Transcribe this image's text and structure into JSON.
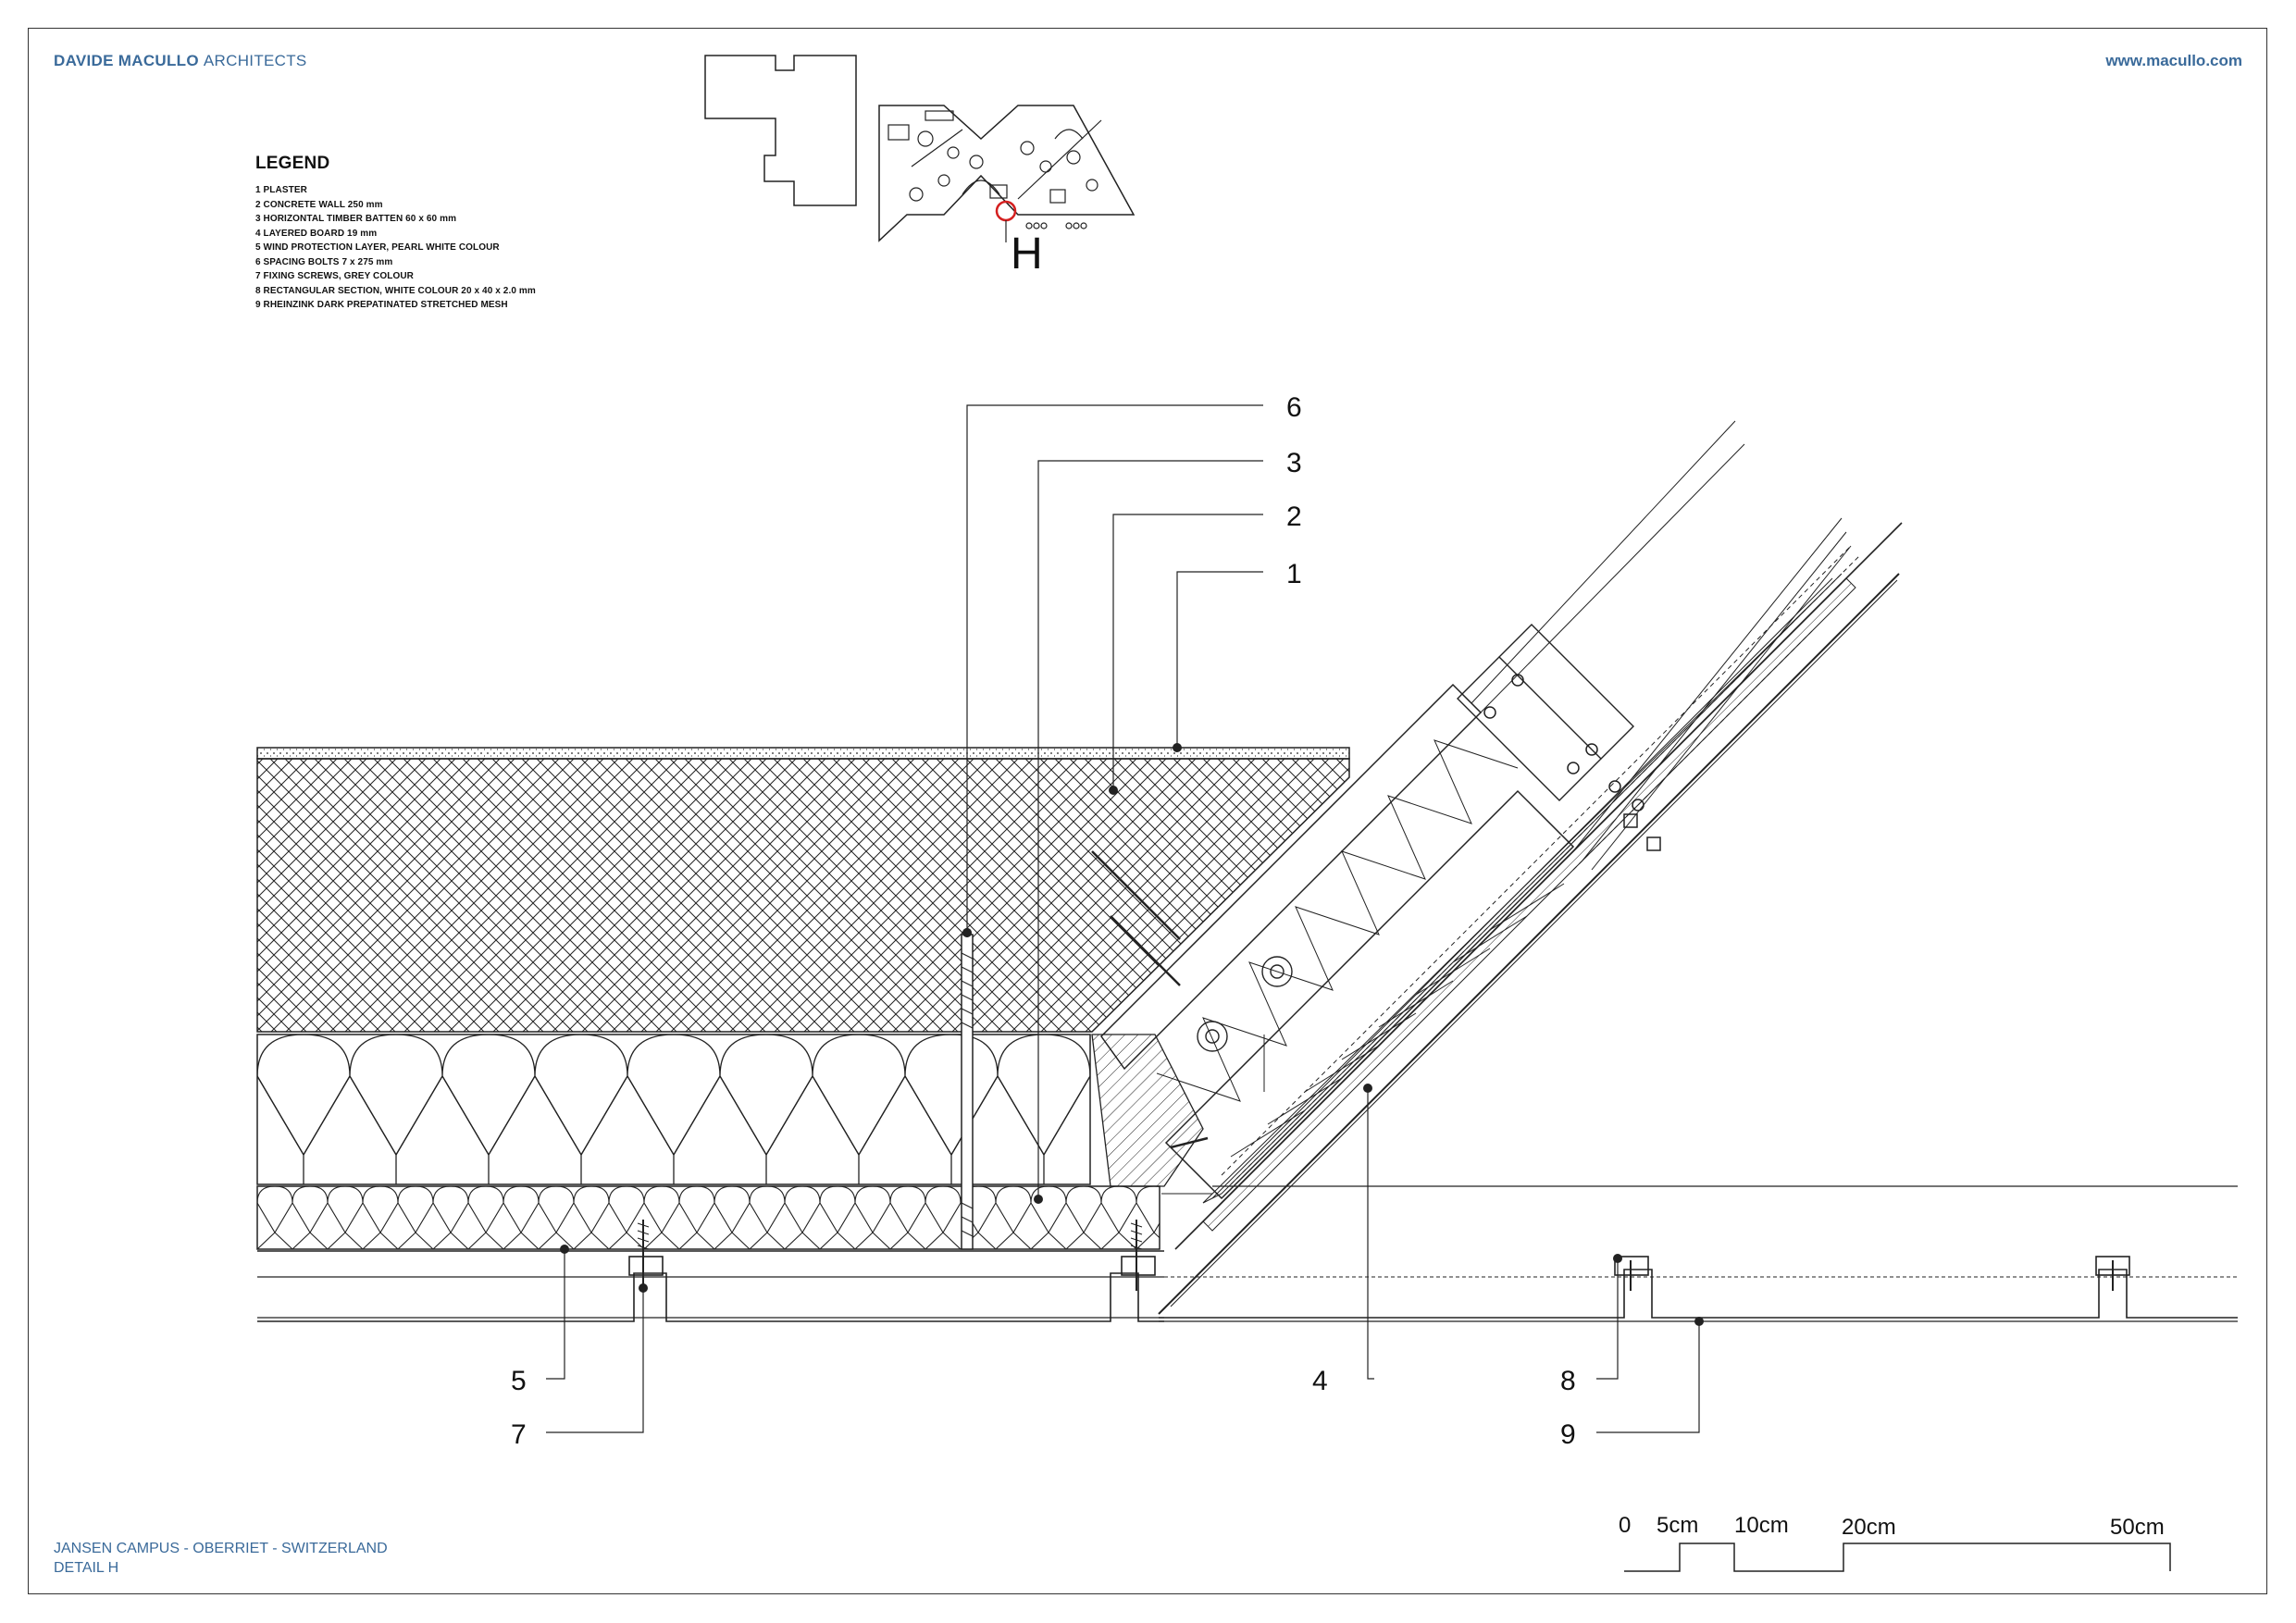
{
  "header": {
    "brand_bold": "DAVIDE MACULLO",
    "brand_light": "ARCHITECTS",
    "website": "www.macullo.com"
  },
  "legend": {
    "title": "LEGEND",
    "items": [
      "1 PLASTER",
      "2 CONCRETE WALL 250 mm",
      "3 HORIZONTAL TIMBER BATTEN 60 x 60 mm",
      "4 LAYERED BOARD 19 mm",
      "5 WIND PROTECTION LAYER, PEARL WHITE COLOUR",
      "6 SPACING BOLTS 7 x 275 mm",
      "7 FIXING SCREWS, GREY COLOUR",
      "8 RECTANGULAR SECTION, WHITE COLOUR 20 x 40 x 2.0 mm",
      "9 RHEINZINK DARK PREPATINATED STRETCHED MESH"
    ]
  },
  "keyplan": {
    "detail_letter": "H",
    "marker_color": "#d42020"
  },
  "callouts": {
    "c1": "1",
    "c2": "2",
    "c3": "3",
    "c4": "4",
    "c5": "5",
    "c6": "6",
    "c7": "7",
    "c8": "8",
    "c9": "9"
  },
  "scalebar": {
    "s0": "0",
    "s5": "5cm",
    "s10": "10cm",
    "s20": "20cm",
    "s50": "50cm"
  },
  "footer": {
    "project": "JANSEN CAMPUS - OBERRIET - SWITZERLAND",
    "detail": "DETAIL H"
  }
}
